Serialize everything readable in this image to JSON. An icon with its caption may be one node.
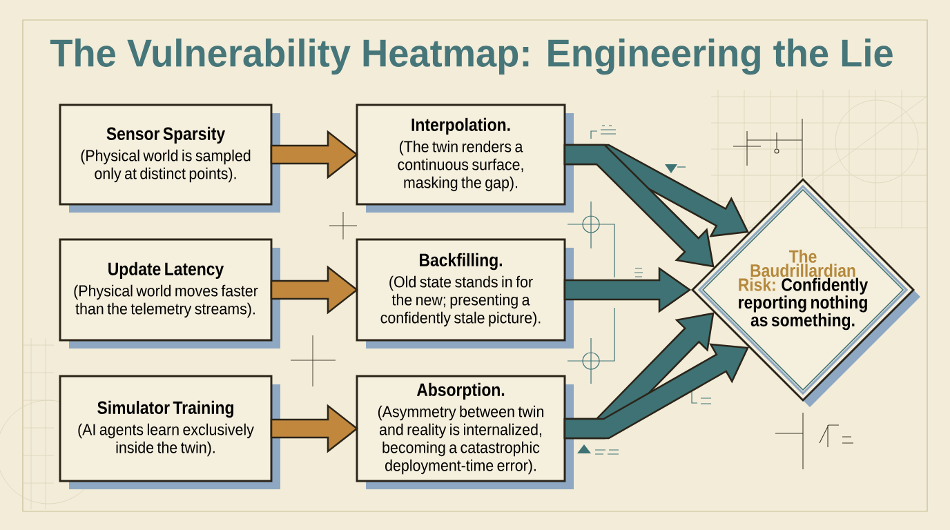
{
  "diagram": {
    "title": "The Vulnerability Heatmap: Engineering the Lie",
    "nodes": [
      {
        "text": [
          "Sensor Sparsity",
          "(Physical world is sampled only at distinct points)."
        ]
      },
      {
        "text": [
          "Interpolation.",
          "(The twin renders a continuous surface, masking the gap)."
        ]
      },
      {
        "text": [
          "Update Latency",
          "(Physical world moves faster than the telemetry streams)."
        ]
      },
      {
        "text": [
          "Backfilling.",
          "(Old state stands in for the new; presenting a confidently stale picture)."
        ]
      },
      {
        "text": [
          "Simulator Training",
          "(AI agents learn exclusively inside the twin)."
        ]
      },
      {
        "text": [
          "Absorption.",
          "(Asymmetry between twin and reality is internalized, becoming a catastrophic deployment-time error)."
        ]
      },
      {
        "text": [
          "The Baudrillardian Risk:",
          "Confidently reporting nothing as something."
        ]
      }
    ],
    "edges": [
      {
        "from": 0,
        "to": 1,
        "arrow": "to",
        "color": "#c0873d"
      },
      {
        "from": 2,
        "to": 3,
        "arrow": "to",
        "color": "#c0873d"
      },
      {
        "from": 4,
        "to": 5,
        "arrow": "to",
        "color": "#c0873d"
      },
      {
        "from": 1,
        "to": 6,
        "arrow": "to"
      },
      {
        "from": 1,
        "to": 6,
        "arrow": "to"
      },
      {
        "from": 3,
        "to": 6,
        "arrow": "to"
      },
      {
        "from": 5,
        "to": 6,
        "arrow": "to"
      },
      {
        "from": 5,
        "to": 6,
        "arrow": "to"
      }
    ]
  }
}
